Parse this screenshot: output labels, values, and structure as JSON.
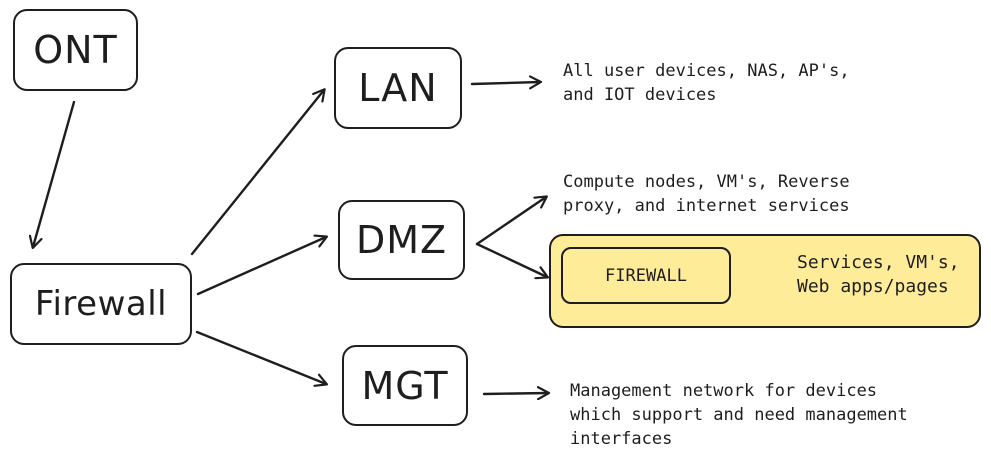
{
  "nodes": {
    "ont": "ONT",
    "firewall": "Firewall",
    "lan": "LAN",
    "dmz": "DMZ",
    "mgt": "MGT",
    "inner_firewall": "FIREWALL"
  },
  "notes": {
    "lan": "All user devices, NAS, AP's,\nand IOT devices",
    "dmz": "Compute nodes, VM's, Reverse\nproxy, and internet services",
    "services": "Services, VM's,\nWeb apps/pages",
    "mgt": "Management network for devices\nwhich support and need management\ninterfaces"
  },
  "colors": {
    "stroke": "#1e1e1e",
    "zone_fill": "#ffec99",
    "background": "#ffffff"
  }
}
